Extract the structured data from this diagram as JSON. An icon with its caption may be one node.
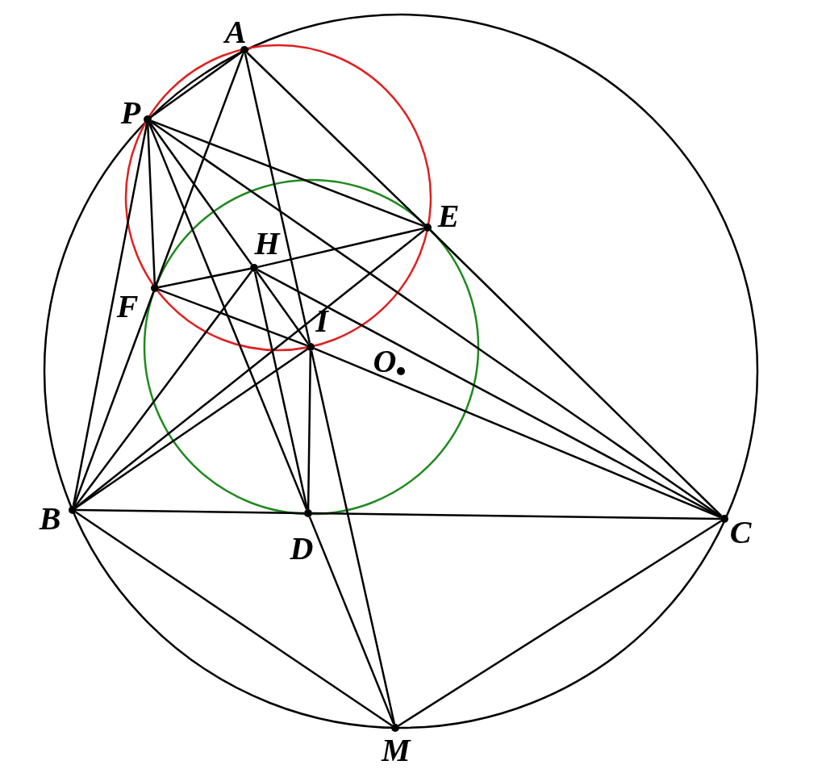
{
  "diagram": {
    "nodes": [
      {
        "text": [
          "A"
        ]
      },
      {
        "text": [
          "P"
        ]
      },
      {
        "text": [
          "E"
        ]
      },
      {
        "text": [
          "H"
        ]
      },
      {
        "text": [
          "F"
        ]
      },
      {
        "text": [
          "I"
        ]
      },
      {
        "text": [
          "O"
        ]
      },
      {
        "text": [
          "B"
        ]
      },
      {
        "text": [
          "D"
        ]
      },
      {
        "text": [
          "C"
        ]
      },
      {
        "text": [
          "M"
        ]
      }
    ],
    "edges": [
      {
        "from": 0,
        "to": 1,
        "arrow": "none"
      },
      {
        "from": 0,
        "to": 4,
        "arrow": "none"
      },
      {
        "from": 4,
        "to": 7,
        "arrow": "none"
      },
      {
        "from": 0,
        "to": 5,
        "arrow": "none"
      },
      {
        "from": 5,
        "to": 10,
        "arrow": "none"
      },
      {
        "from": 0,
        "to": 2,
        "arrow": "none"
      },
      {
        "from": 2,
        "to": 9,
        "arrow": "none"
      },
      {
        "from": 1,
        "to": 7,
        "arrow": "none"
      },
      {
        "from": 1,
        "to": 4,
        "arrow": "none"
      },
      {
        "from": 1,
        "to": 8,
        "arrow": "none"
      },
      {
        "from": 1,
        "to": 3,
        "arrow": "none"
      },
      {
        "from": 3,
        "to": 5,
        "arrow": "none"
      },
      {
        "from": 1,
        "to": 2,
        "arrow": "none"
      },
      {
        "from": 1,
        "to": 9,
        "arrow": "none"
      },
      {
        "from": 4,
        "to": 3,
        "arrow": "none"
      },
      {
        "from": 3,
        "to": 2,
        "arrow": "none"
      },
      {
        "from": 4,
        "to": 5,
        "arrow": "none"
      },
      {
        "from": 5,
        "to": 9,
        "arrow": "none"
      },
      {
        "from": 3,
        "to": 7,
        "arrow": "none"
      },
      {
        "from": 3,
        "to": 8,
        "arrow": "none"
      },
      {
        "from": 3,
        "to": 9,
        "arrow": "none"
      },
      {
        "from": 2,
        "to": 7,
        "arrow": "none"
      },
      {
        "from": 5,
        "to": 7,
        "arrow": "none"
      },
      {
        "from": 5,
        "to": 8,
        "arrow": "none"
      },
      {
        "from": 7,
        "to": 8,
        "arrow": "none"
      },
      {
        "from": 8,
        "to": 9,
        "arrow": "none"
      },
      {
        "from": 7,
        "to": 10,
        "arrow": "none"
      },
      {
        "from": 8,
        "to": 10,
        "arrow": "none"
      },
      {
        "from": 10,
        "to": 9,
        "arrow": "none"
      }
    ]
  }
}
